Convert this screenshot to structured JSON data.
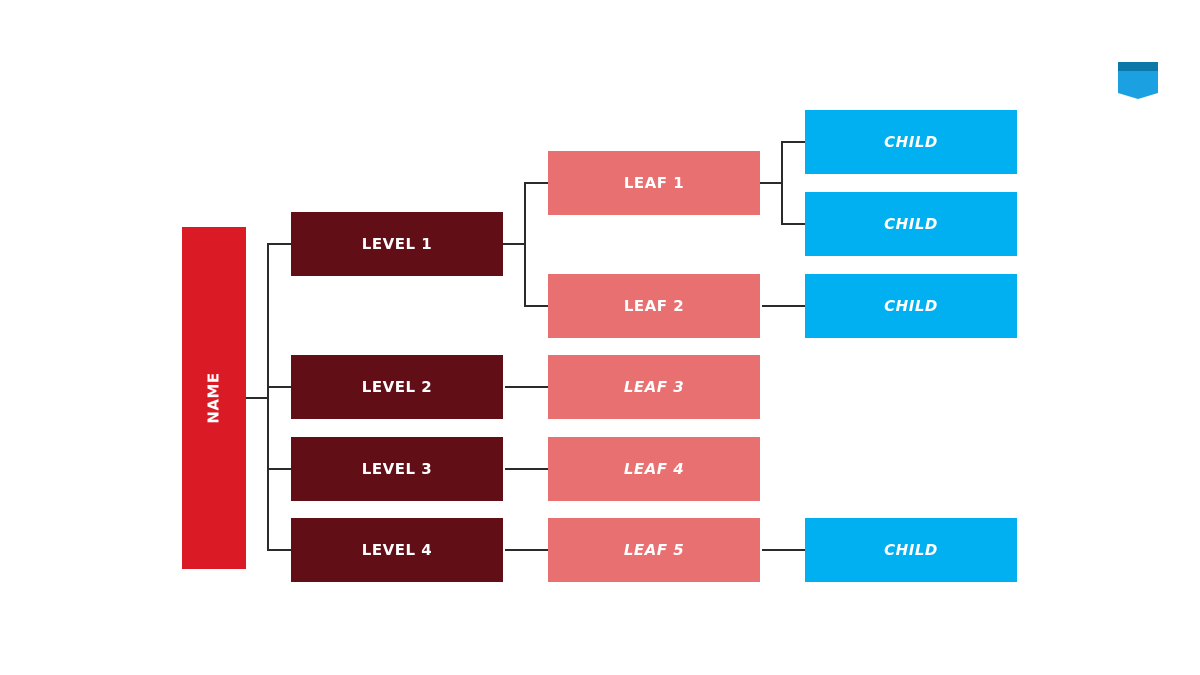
{
  "colors": {
    "root": "#da1a25",
    "level": "#620e16",
    "leaf": "#e87070",
    "child": "#00b0f0",
    "connector": "#2b2b2b",
    "bookmark_body": "#1ba1e2",
    "bookmark_band": "#0b78a8"
  },
  "root": {
    "label": "NAME"
  },
  "levels": [
    {
      "label": "LEVEL 1"
    },
    {
      "label": "LEVEL 2"
    },
    {
      "label": "LEVEL 3"
    },
    {
      "label": "LEVEL 4"
    }
  ],
  "leaves": [
    {
      "label": "LEAF 1"
    },
    {
      "label": "LEAF 2"
    },
    {
      "label": "LEAF 3"
    },
    {
      "label": "LEAF 4"
    },
    {
      "label": "LEAF 5"
    }
  ],
  "children": [
    {
      "label": "CHILD"
    },
    {
      "label": "CHILD"
    },
    {
      "label": "CHILD"
    },
    {
      "label": "CHILD"
    }
  ],
  "bookmark_icon": "bookmark-ribbon-icon"
}
